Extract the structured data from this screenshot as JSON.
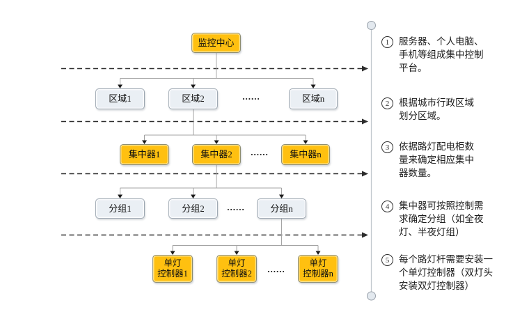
{
  "colors": {
    "node_primary": "#FFC010",
    "node_secondary": "#EAEFF4",
    "connector": "#a3a3a3",
    "separator": "#2d2d2d",
    "side_rule": "#c2c8ce"
  },
  "tree": {
    "root": {
      "label": "监控中心"
    },
    "levels": [
      {
        "name": "regions",
        "items": [
          "区域1",
          "区域2",
          "区域n"
        ],
        "ellipsis": "......"
      },
      {
        "name": "concentrators",
        "items": [
          "集中器1",
          "集中器2",
          "集中器n"
        ],
        "ellipsis": "......"
      },
      {
        "name": "groups",
        "items": [
          "分组1",
          "分组2",
          "分组n"
        ],
        "ellipsis": "......"
      },
      {
        "name": "controllers",
        "items": [
          "单灯\n控制器1",
          "单灯\n控制器2",
          "单灯\n控制器n"
        ],
        "ellipsis": "......"
      }
    ]
  },
  "annotations": [
    {
      "num": "1",
      "text": "服务器、个人电脑、\n手机等组成集中控制\n平台。"
    },
    {
      "num": "2",
      "text": "根据城市行政区域\n划分区域。"
    },
    {
      "num": "3",
      "text": "依据路灯配电柜数\n量来确定相应集中\n器数量。"
    },
    {
      "num": "4",
      "text": "集中器可按照控制需\n求确定分组（如全夜\n灯、半夜灯组）"
    },
    {
      "num": "5",
      "text": "每个路灯杆需要安装一\n个单灯控制器（双灯头\n安装双灯控制器）"
    }
  ]
}
